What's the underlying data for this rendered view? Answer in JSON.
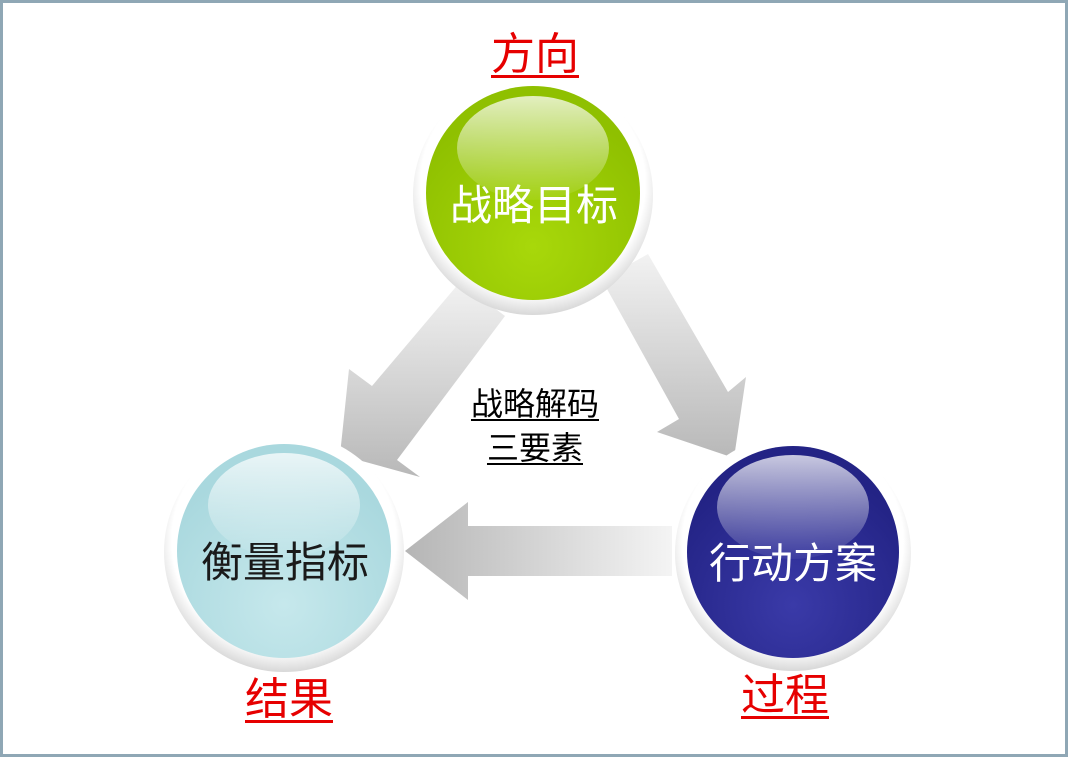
{
  "labels": {
    "direction": "方向",
    "result": "结果",
    "process": "过程"
  },
  "center": {
    "line1": "战略解码",
    "line2": "三要素"
  },
  "nodes": {
    "goal": "战略目标",
    "measure": "衡量指标",
    "action": "行动方案"
  },
  "colors": {
    "goal_fill": "#99cc00",
    "measure_fill": "#b7e0e4",
    "action_fill": "#2e2e99",
    "label_red": "#e60000",
    "arrow_gray": "#bdbdbd",
    "frame_border": "#8fa7b5"
  }
}
